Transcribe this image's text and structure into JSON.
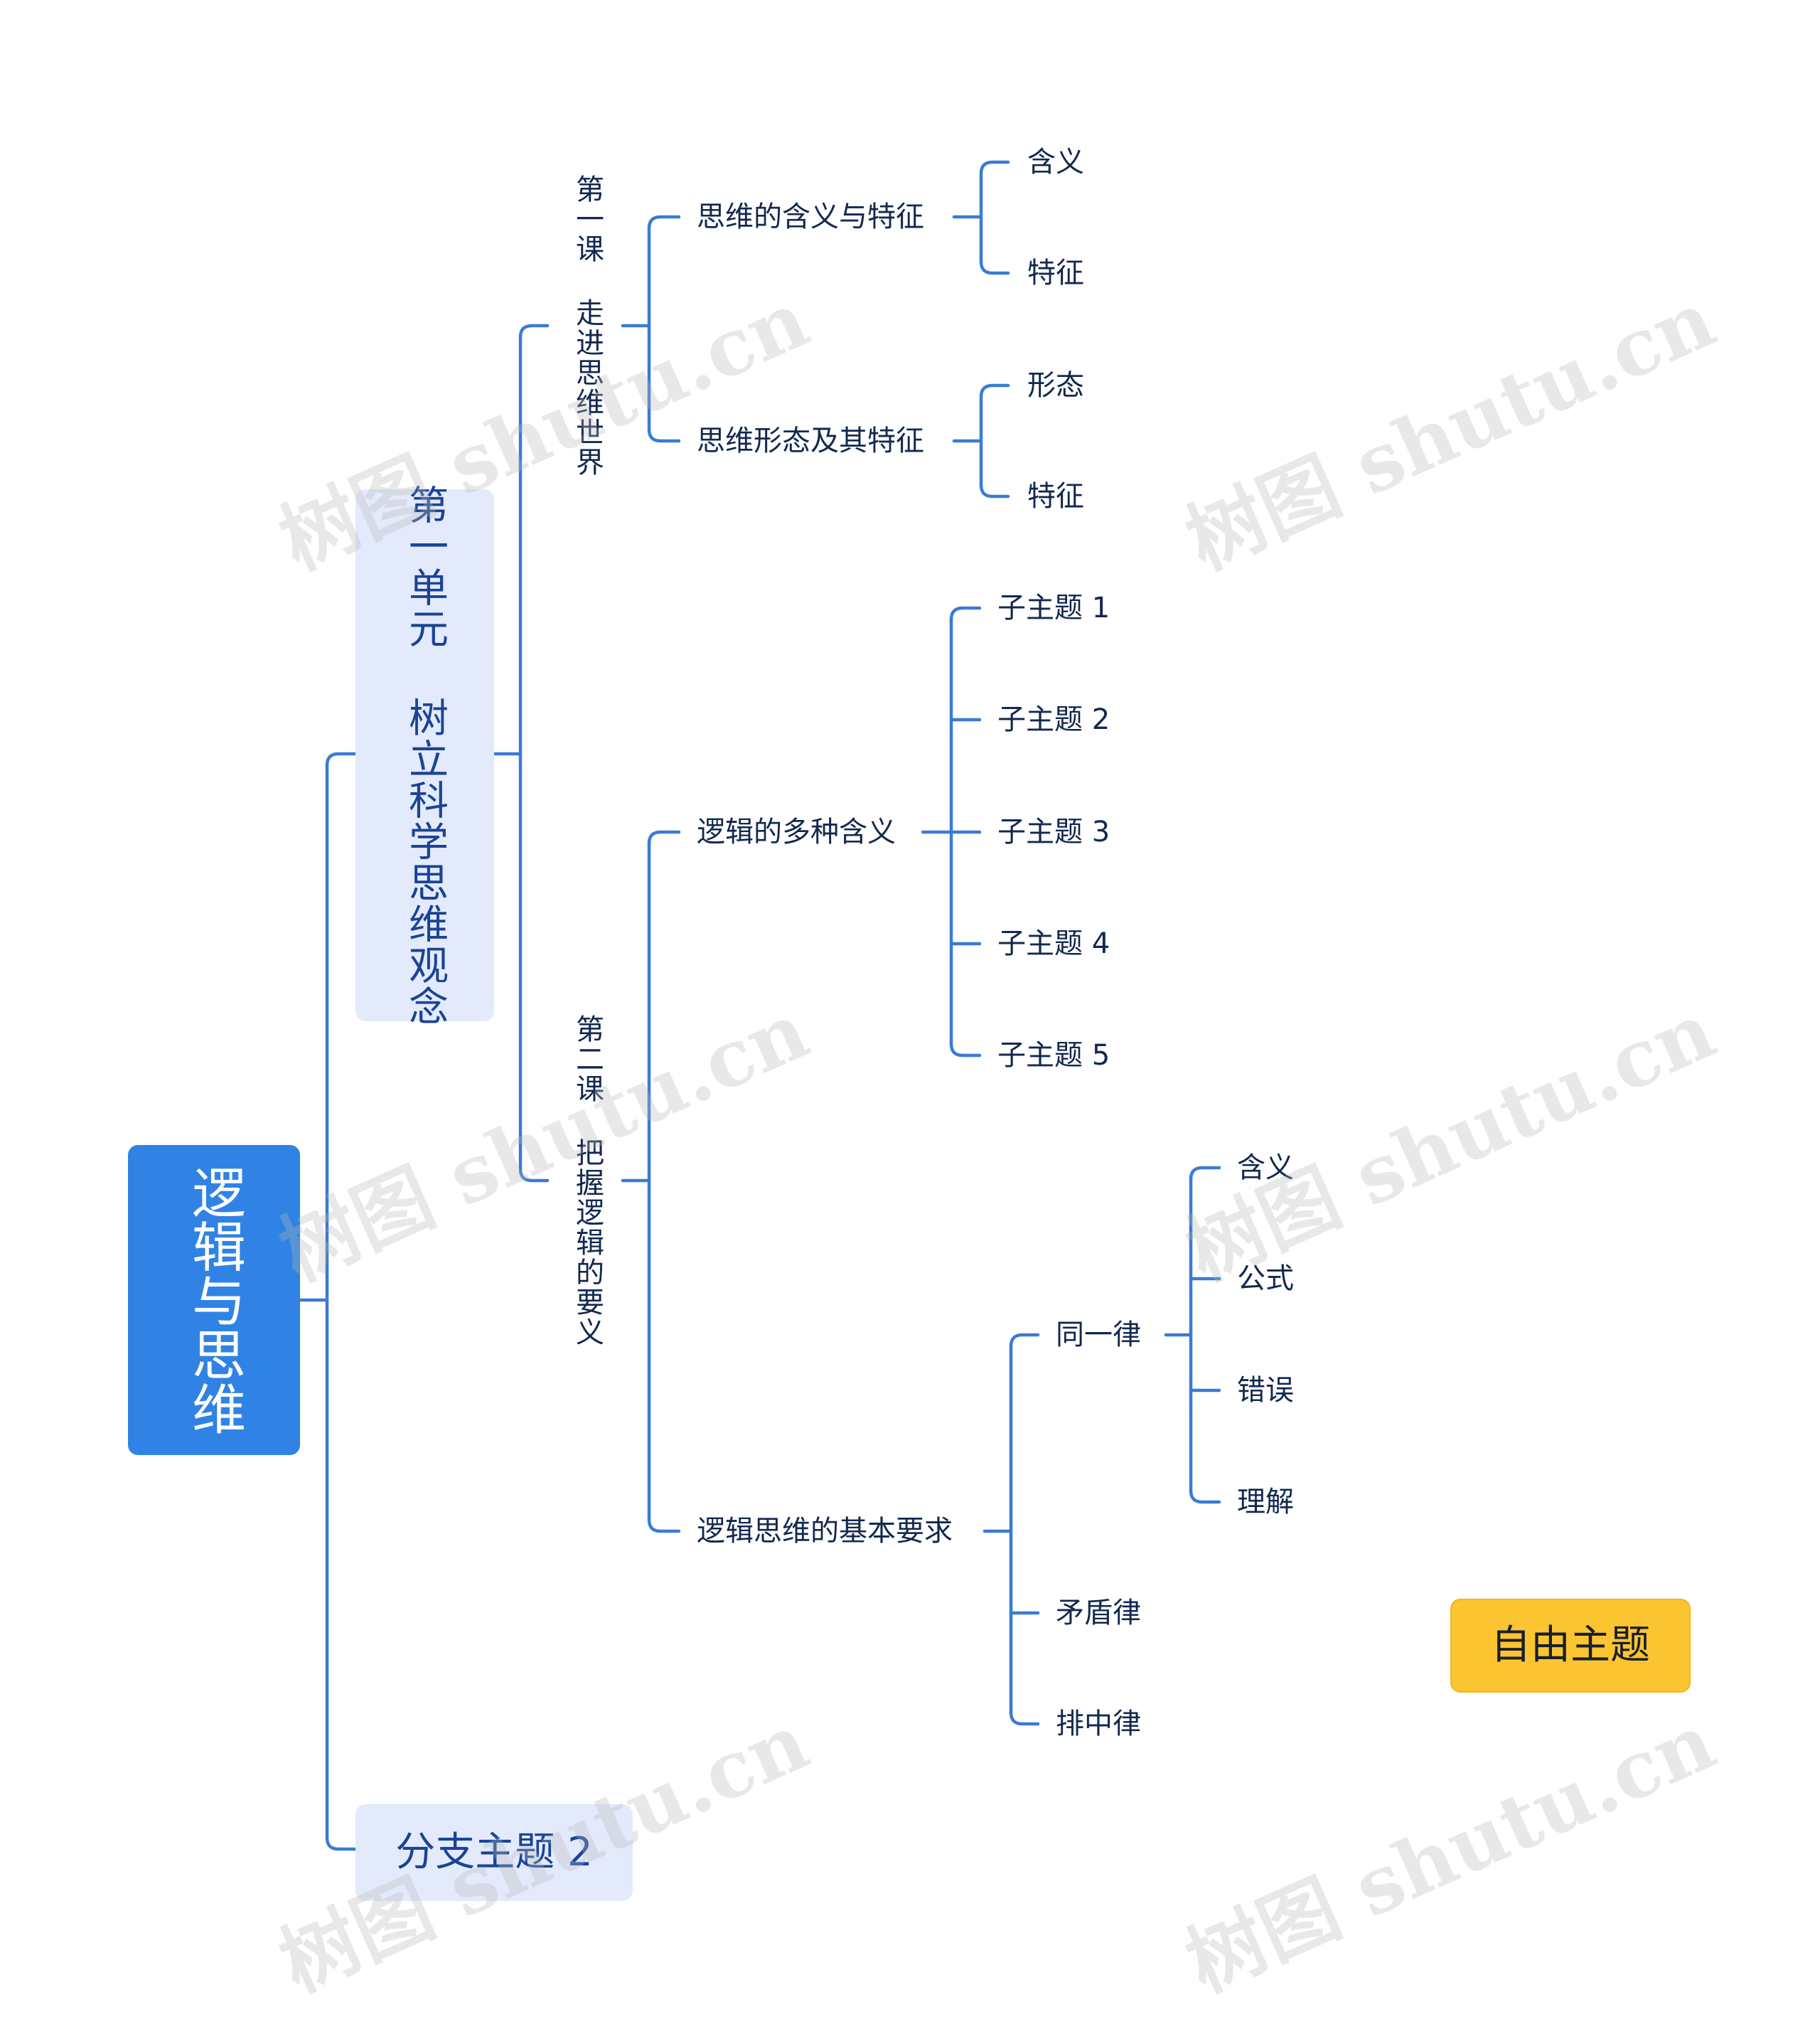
{
  "root": {
    "label": "逻辑与思维"
  },
  "unit1": {
    "label": "第一单元 树立科学思维观念"
  },
  "branch2": {
    "label": "分支主题 2"
  },
  "lesson1": {
    "label": "第一课 走进思维世界",
    "topics": [
      {
        "label": "思维的含义与特征",
        "children": [
          "含义",
          "特征"
        ]
      },
      {
        "label": "思维形态及其特征",
        "children": [
          "形态",
          "特征"
        ]
      }
    ]
  },
  "lesson2": {
    "label": "第二课 把握逻辑的要义",
    "topics": [
      {
        "label": "逻辑的多种含义",
        "children": [
          "子主题 1",
          "子主题 2",
          "子主题 3",
          "子主题 4",
          "子主题 5"
        ]
      },
      {
        "label": "逻辑思维的基本要求",
        "children": [
          "同一律",
          "矛盾律",
          "排中律"
        ]
      }
    ],
    "identity_law_children": [
      "含义",
      "公式",
      "错误",
      "理解"
    ]
  },
  "free_topic": {
    "label": "自由主题"
  },
  "watermark": {
    "text": "树图 shutu.cn"
  },
  "colors": {
    "line": "#3a7bd5",
    "root": "#3083e4",
    "unit": "#e3eafc",
    "free": "#fbc531"
  }
}
